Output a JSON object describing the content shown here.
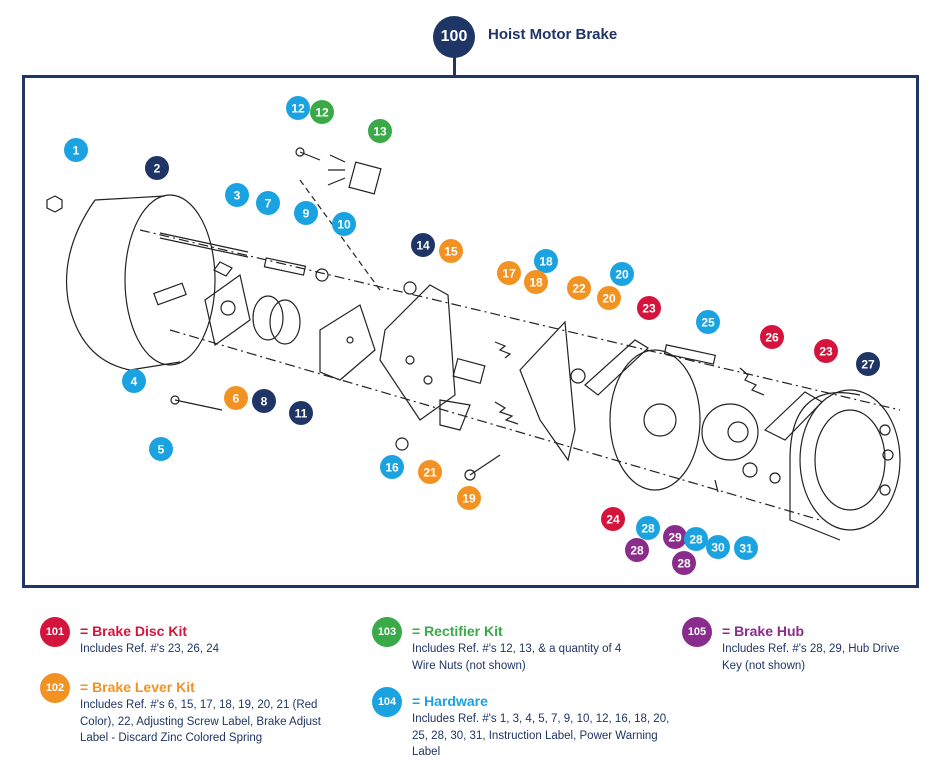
{
  "title": {
    "number": "100",
    "label": "Hoist Motor Brake"
  },
  "colors": {
    "navy": "#1f3566",
    "light_blue": "#1aa3e0",
    "red": "#d5143d",
    "orange": "#f29222",
    "green": "#3aaa49",
    "purple": "#8a2c8c"
  },
  "callouts": [
    {
      "label": "1",
      "color": "light_blue"
    },
    {
      "label": "2",
      "color": "navy"
    },
    {
      "label": "3",
      "color": "light_blue"
    },
    {
      "label": "7",
      "color": "light_blue"
    },
    {
      "label": "9",
      "color": "light_blue"
    },
    {
      "label": "10",
      "color": "light_blue"
    },
    {
      "label": "12",
      "color": "light_blue"
    },
    {
      "label": "12",
      "color": "green"
    },
    {
      "label": "13",
      "color": "green"
    },
    {
      "label": "14",
      "color": "navy"
    },
    {
      "label": "15",
      "color": "orange"
    },
    {
      "label": "17",
      "color": "orange"
    },
    {
      "label": "18",
      "color": "light_blue"
    },
    {
      "label": "18",
      "color": "orange"
    },
    {
      "label": "22",
      "color": "orange"
    },
    {
      "label": "20",
      "color": "light_blue"
    },
    {
      "label": "20",
      "color": "orange"
    },
    {
      "label": "23",
      "color": "red"
    },
    {
      "label": "25",
      "color": "light_blue"
    },
    {
      "label": "26",
      "color": "red"
    },
    {
      "label": "23",
      "color": "red"
    },
    {
      "label": "27",
      "color": "navy"
    },
    {
      "label": "4",
      "color": "light_blue"
    },
    {
      "label": "6",
      "color": "orange"
    },
    {
      "label": "8",
      "color": "navy"
    },
    {
      "label": "5",
      "color": "light_blue"
    },
    {
      "label": "11",
      "color": "navy"
    },
    {
      "label": "16",
      "color": "light_blue"
    },
    {
      "label": "21",
      "color": "orange"
    },
    {
      "label": "19",
      "color": "orange"
    },
    {
      "label": "24",
      "color": "red"
    },
    {
      "label": "28",
      "color": "light_blue"
    },
    {
      "label": "28",
      "color": "purple"
    },
    {
      "label": "29",
      "color": "purple"
    },
    {
      "label": "28",
      "color": "light_blue"
    },
    {
      "label": "28",
      "color": "purple"
    },
    {
      "label": "30",
      "color": "light_blue"
    },
    {
      "label": "31",
      "color": "light_blue"
    }
  ],
  "legend": [
    {
      "number": "101",
      "color": "red",
      "heading": "= Brake Disc Kit",
      "text": "Includes Ref. #'s 23, 26, 24"
    },
    {
      "number": "102",
      "color": "orange",
      "heading": "= Brake Lever Kit",
      "text": "Includes Ref. #'s 6, 15, 17, 18, 19, 20, 21 (Red Color), 22, Adjusting Screw Label, Brake Adjust Label - Discard Zinc Colored Spring"
    },
    {
      "number": "103",
      "color": "green",
      "heading": "= Rectifier Kit",
      "text": "Includes Ref. #'s 12, 13, & a quantity of 4 Wire Nuts (not shown)"
    },
    {
      "number": "104",
      "color": "light_blue",
      "heading": "= Hardware",
      "text": "Includes Ref. #'s 1, 3, 4, 5, 7, 9, 10, 12, 16, 18, 20, 25, 28, 30, 31, Instruction Label, Power Warning Label"
    },
    {
      "number": "105",
      "color": "purple",
      "heading": "= Brake Hub",
      "text": "Includes Ref. #'s 28, 29, Hub Drive Key (not shown)"
    }
  ]
}
